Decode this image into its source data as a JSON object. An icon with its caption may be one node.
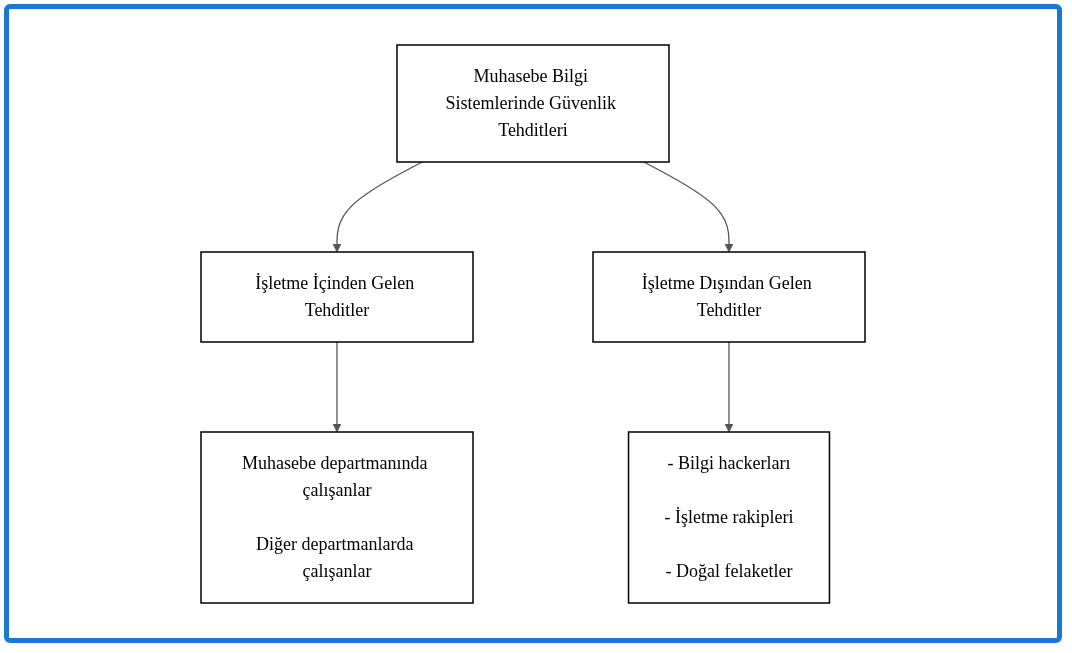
{
  "diagram": {
    "nodes": [
      {
        "text": [
          "Muhasebe Bilgi Sistemlerinde Güvenlik Tehditleri"
        ]
      },
      {
        "text": [
          "İşletme İçinden Gelen Tehditler"
        ]
      },
      {
        "text": [
          "İşletme Dışından Gelen Tehditler"
        ]
      },
      {
        "text": [
          "Muhasebe departmanında çalışanlar",
          "Diğer departmanlarda çalışanlar"
        ]
      },
      {
        "text": [
          "- Bilgi hackerları",
          "- İşletme rakipleri",
          "- Doğal felaketler"
        ]
      }
    ],
    "edges": [
      {
        "from": 0,
        "to": 1,
        "arrow": "to"
      },
      {
        "from": 0,
        "to": 2,
        "arrow": "to"
      },
      {
        "from": 1,
        "to": 3,
        "arrow": "to"
      },
      {
        "from": 2,
        "to": 4,
        "arrow": "to"
      }
    ]
  }
}
